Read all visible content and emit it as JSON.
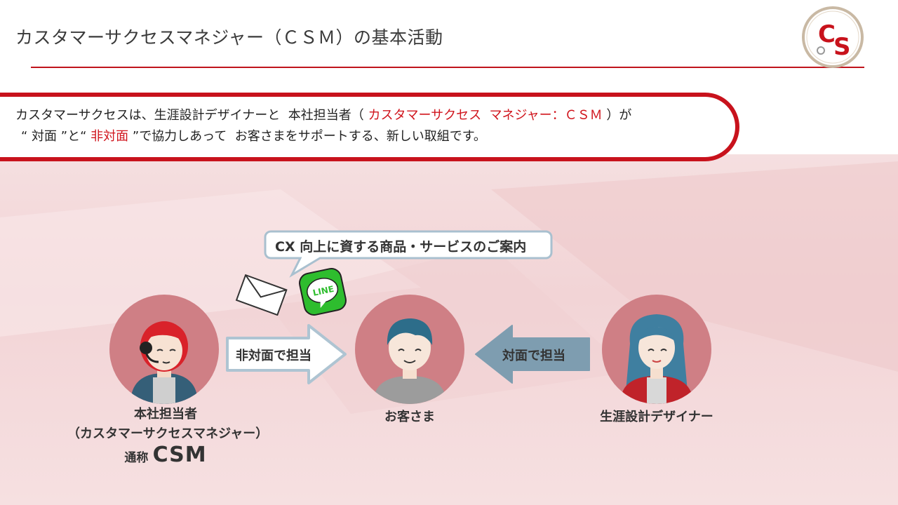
{
  "header": {
    "title": "カスタマーサクセスマネジャー（ＣＳＭ）の基本活動"
  },
  "banner": {
    "line1_a": "カスタマーサクセスは、生涯設計デザイナーと  本社担当者（ ",
    "line1_red": "カスタマーサクセス  マネジャー：ＣＳＭ",
    "line1_b": " ）が",
    "line2_a": "“ 対面 ”と“ ",
    "line2_red": "非対面",
    "line2_b": " ”で協力しあって  お客さまをサポートする、新しい取組です。"
  },
  "diagram": {
    "bubble_text": "CX 向上に資する商品・サービスのご案内",
    "line_icon_text": "LINE",
    "arrow_left_text": "非対面で担当",
    "arrow_right_text": "対面で担当",
    "person_left_line1": "本社担当者",
    "person_left_line2": "（カスタマーサクセスマネジャー）",
    "person_left_nick_prefix": "通称",
    "person_left_nick": "CSM",
    "person_mid": "お客さま",
    "person_right": "生涯設計デザイナー"
  },
  "colors": {
    "accent_red": "#c8121c",
    "circle": "#cf7f85",
    "arrow_light": "#aec4d2",
    "arrow_dark": "#7e9db0",
    "line_green": "#2ebd2e"
  },
  "icons": {
    "logo": "cs-logo",
    "mail": "envelope-icon",
    "line": "line-app-icon"
  }
}
